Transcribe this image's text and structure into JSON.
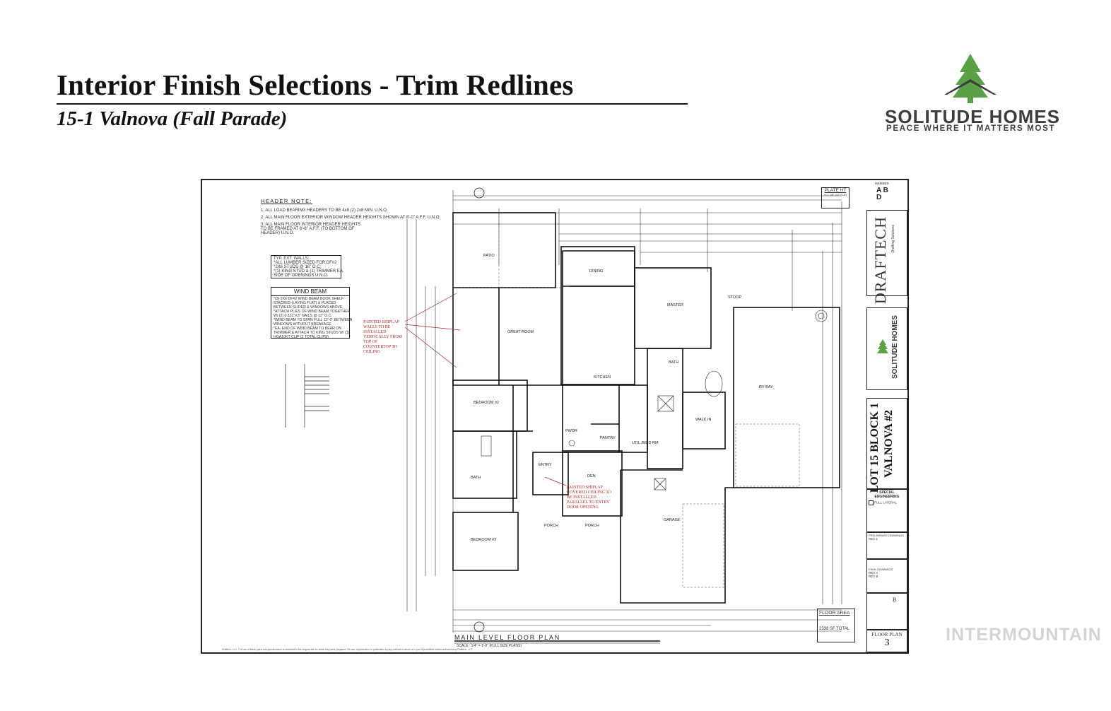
{
  "header": {
    "title": "Interior Finish Selections - Trim Redlines",
    "subtitle": "15-1 Valnova (Fall Parade)"
  },
  "brand": {
    "name": "SOLITUDE HOMES",
    "tagline": "PEACE WHERE IT MATTERS MOST",
    "logo_icon": "pine-tree-house-icon",
    "colors": {
      "green": "#5aa046",
      "gray": "#3d3d3d",
      "redline": "#b3261e"
    }
  },
  "plan": {
    "header_note": {
      "title": "HEADER NOTE:",
      "lines": [
        "1.  ALL LOAD BEARING HEADERS TO BE 4x8 (2) 2x8 MIN. U.N.O.",
        "2.  ALL MAIN FLOOR EXTERIOR WINDOW HEADER HEIGHTS SHOWN AT 8'-0\" A.F.F. U.N.O.",
        "3.  ALL MAIN FLOOR INTERIOR HEADER HEIGHTS TO BE FRAMED AT 6'-8\" A.F.F. (TO BOTTOM OF HEADER) U.N.O."
      ]
    },
    "ext_walls": {
      "lines": [
        "TYP. EXT. WALLS:",
        "*ALL LUMBER SIZED FOR DF#2",
        "*2X6 STUDS @ 16\" O.C.",
        "*(1) KING STUD & (1) TRIMMER EA.",
        "SIDE OF OPENINGS U.N.O."
      ]
    },
    "wind_beam": {
      "title": "WIND BEAM",
      "lines": [
        "*(3) 2X6 DF#2 WIND BEAM BOOK SHELF",
        "STACKED (LAYING FLAT) & PLACED",
        "BETWEEN SLIDER & WINDOWS ABOVE",
        "*ATTACH PLIES OF WIND BEAM TOGETHER",
        "W/ (2) 0.131\"X3\" NAILS @ 12\" O.C.",
        "*WIND BEAM TO SPAN FULL 12'-0\" BETWEEN",
        "WINDOWS WITHOUT BREAKAGE",
        "*EA. END OF WIND BEAM TO BEAR ON",
        "TRIMMER & ATTACH TO KING STUDS W/ (1)",
        "HGA10KT CLIP (2 TOTAL CLIPS)"
      ]
    },
    "redline_notes": {
      "shiplap_walls": "PAINTED SHIPLAP WALLS TO BE INSTALLED VERTICALLY FROM TOP OF COUNTERTOP TO CEILING",
      "shiplap_ceiling": "PAINTED SHIPLAP COVERED CEILING TO BE INSTALLED PARALLEL TO ENTRY DOOR OPENING"
    },
    "plate_ht": {
      "label": "PLATE HT",
      "value": "9'-1 1/8\" (10' FLR)"
    },
    "rooms": {
      "patio": "PATIO",
      "dining": "DINING",
      "master": "MASTER",
      "great_room": "GREAT ROOM",
      "kitchen": "KITCHEN",
      "bedroom2": "BEDROOM #2",
      "bedroom3": "BEDROOM #3",
      "bath": "BATH",
      "bath2": "BATH",
      "pwdr": "PWDR",
      "pantry": "PANTRY",
      "util_mud": "UTIL./MUD RM",
      "walk_in": "WALK IN",
      "rv_bay": "RV BAY",
      "den": "DEN",
      "entry": "ENTRY",
      "porch1": "PORCH",
      "porch2": "PORCH",
      "garage": "GARAGE",
      "stoop": "STOOP"
    },
    "floor_plan_title": "MAIN LEVEL FLOOR PLAN",
    "floor_plan_scale": "SCALE : 1/4\" = 1'-0\" (FULL SIZE PLANS)",
    "floor_area": {
      "label": "FLOOR AREA",
      "total": "2338 SF TOTAL"
    },
    "footer_fine_print": "Draftech, LLC.  The use of these plans and specifications is restricted to the original site for which they were prepared. Re-use, reproduction or publication by any method in whole or in part is prohibited unless authorized by Draftech, LLC."
  },
  "title_block": {
    "member_label": "MEMBER",
    "abd": "A B D",
    "draftech": "DRAFTECH",
    "draftech_sub": "Drafting Solutions",
    "solitude": "SOLITUDE HOMES",
    "lot": "LOT 15 BLOCK 1",
    "project": "VALNOVA #2",
    "special_eng": "SPECIAL ENGINEERING",
    "full_lateral": "FULL LATERAL",
    "preliminary": "PRELIMINARY DRAWINGS",
    "rev1": "REV 1",
    "final": "FINAL DRAWINGS",
    "rev_a": "REV A",
    "rev_b": "REV B",
    "rev_letter": "B",
    "sheet_name": "FLOOR PLAN",
    "sheet_number": "3"
  },
  "watermark": "INTERMOUNTAIN"
}
